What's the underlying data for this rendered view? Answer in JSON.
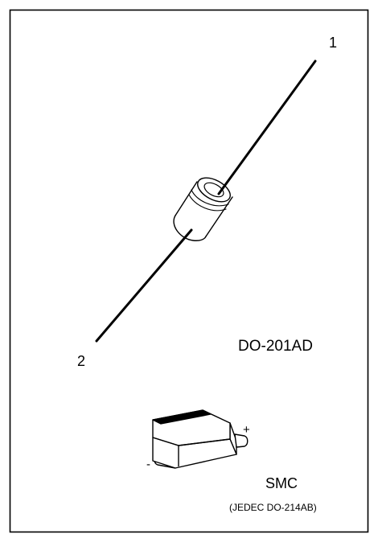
{
  "labels": {
    "pin_1": "1",
    "pin_2": "2",
    "package_axial": "DO-201AD",
    "package_smd": "SMC",
    "package_smd_standard": "(JEDEC DO-214AB)",
    "polarity_plus": "+",
    "polarity_minus": "-"
  },
  "colors": {
    "line": "#000000",
    "background": "#ffffff",
    "border": "#000000"
  }
}
